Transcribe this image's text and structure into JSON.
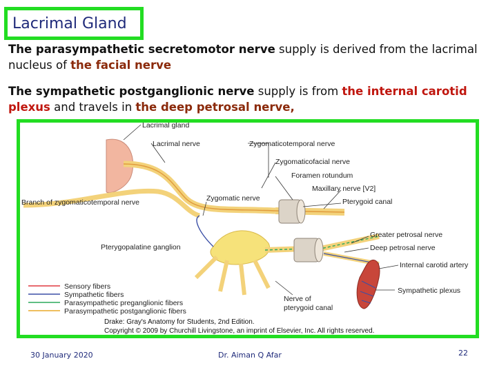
{
  "title": "Lacrimal Gland",
  "paragraph1": {
    "part1": "The parasympathetic secretomotor nerve",
    "part2": " supply is derived from the lacrimal nucleus of ",
    "part3": "the facial nerve"
  },
  "paragraph2": {
    "part1": "The sympathetic postganglionic nerve",
    "part2": " supply is from ",
    "part3": "the internal carotid plexus",
    "part4": " and travels in ",
    "part5": "the deep petrosal nerve,"
  },
  "figure": {
    "labels": {
      "lacrimal_gland": "Lacrimal gland",
      "lacrimal_nerve": "Lacrimal nerve",
      "zygomaticotemporal": "Zygomaticotemporal nerve",
      "zygomaticofacial": "Zygomaticofacial nerve",
      "foramen_rotundum": "Foramen rotundum",
      "maxillary_nerve": "Maxillary nerve [V2]",
      "branch_zygomaticotemporal": "Branch of zygomaticotemporal nerve",
      "zygomatic_nerve": "Zygomatic nerve",
      "pterygoid_canal": "Pterygoid canal",
      "greater_petrosal": "Greater petrosal nerve",
      "pterygopalatine_ganglion": "Pterygopalatine ganglion",
      "deep_petrosal": "Deep petrosal nerve",
      "internal_carotid": "Internal carotid artery",
      "sympathetic_plexus": "Sympathetic plexus",
      "nerve_of_pterygoid_1": "Nerve of",
      "nerve_of_pterygoid_2": "pterygoid canal"
    },
    "legend": [
      {
        "label": "Sensory fibers",
        "color": "#e0393e"
      },
      {
        "label": "Sympathetic fibers",
        "color": "#3a4fa6"
      },
      {
        "label": "Parasympathetic preganglionic fibers",
        "color": "#2aa85a"
      },
      {
        "label": "Parasympathetic postganglionic fibers",
        "color": "#e9a928"
      }
    ],
    "caption_line1": "Drake: Gray's Anatomy for Students, 2nd Edition.",
    "caption_line2": "Copyright © 2009 by Churchill Livingstone, an imprint of Elsevier, Inc. All rights reserved."
  },
  "footer": {
    "date": "30 January  2020",
    "author": "Dr. Aiman Q Afar",
    "page": "22"
  }
}
